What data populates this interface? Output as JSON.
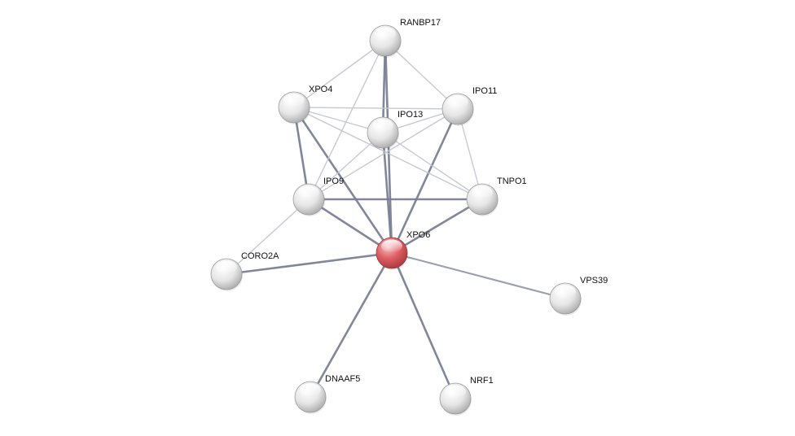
{
  "colors": {
    "query_node": "#d9545c",
    "default_node": "#e4e4e4",
    "edge_strong": "#7a7f96",
    "edge_weak": "#c4c6d0",
    "label": "#111111"
  },
  "network": {
    "nodes": [
      {
        "id": "XPO6",
        "label": "XPO6",
        "query": true
      },
      {
        "id": "RANBP17",
        "label": "RANBP17",
        "query": false
      },
      {
        "id": "XPO4",
        "label": "XPO4",
        "query": false
      },
      {
        "id": "IPO11",
        "label": "IPO11",
        "query": false
      },
      {
        "id": "IPO13",
        "label": "IPO13",
        "query": false
      },
      {
        "id": "IPO9",
        "label": "IPO9",
        "query": false
      },
      {
        "id": "TNPO1",
        "label": "TNPO1",
        "query": false
      },
      {
        "id": "CORO2A",
        "label": "CORO2A",
        "query": false
      },
      {
        "id": "VPS39",
        "label": "VPS39",
        "query": false
      },
      {
        "id": "DNAAF5",
        "label": "DNAAF5",
        "query": false
      },
      {
        "id": "NRF1",
        "label": "NRF1",
        "query": false
      }
    ],
    "edges": [
      {
        "source": "XPO6",
        "target": "RANBP17",
        "strength": "strong"
      },
      {
        "source": "XPO6",
        "target": "XPO4",
        "strength": "strong"
      },
      {
        "source": "XPO6",
        "target": "IPO11",
        "strength": "strong"
      },
      {
        "source": "XPO6",
        "target": "IPO13",
        "strength": "strong"
      },
      {
        "source": "XPO6",
        "target": "IPO9",
        "strength": "strong"
      },
      {
        "source": "XPO6",
        "target": "TNPO1",
        "strength": "strong"
      },
      {
        "source": "XPO6",
        "target": "CORO2A",
        "strength": "strong"
      },
      {
        "source": "XPO6",
        "target": "VPS39",
        "strength": "medium"
      },
      {
        "source": "XPO6",
        "target": "DNAAF5",
        "strength": "strong"
      },
      {
        "source": "XPO6",
        "target": "NRF1",
        "strength": "strong"
      },
      {
        "source": "RANBP17",
        "target": "XPO4",
        "strength": "weak"
      },
      {
        "source": "RANBP17",
        "target": "IPO11",
        "strength": "weak"
      },
      {
        "source": "RANBP17",
        "target": "IPO13",
        "strength": "strong"
      },
      {
        "source": "RANBP17",
        "target": "IPO9",
        "strength": "weak"
      },
      {
        "source": "XPO4",
        "target": "IPO11",
        "strength": "weak"
      },
      {
        "source": "XPO4",
        "target": "IPO13",
        "strength": "weak"
      },
      {
        "source": "XPO4",
        "target": "IPO9",
        "strength": "strong"
      },
      {
        "source": "XPO4",
        "target": "TNPO1",
        "strength": "weak"
      },
      {
        "source": "IPO11",
        "target": "IPO13",
        "strength": "weak"
      },
      {
        "source": "IPO11",
        "target": "IPO9",
        "strength": "weak"
      },
      {
        "source": "IPO11",
        "target": "TNPO1",
        "strength": "weak"
      },
      {
        "source": "IPO13",
        "target": "IPO9",
        "strength": "weak"
      },
      {
        "source": "IPO13",
        "target": "TNPO1",
        "strength": "weak"
      },
      {
        "source": "IPO9",
        "target": "TNPO1",
        "strength": "strong"
      },
      {
        "source": "IPO9",
        "target": "CORO2A",
        "strength": "weak"
      }
    ]
  }
}
